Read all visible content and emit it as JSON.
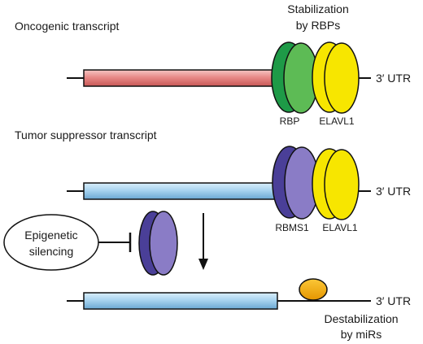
{
  "labels": {
    "oncogenic": "Oncogenic transcript",
    "stabilization_line1": "Stabilization",
    "stabilization_line2": "by RBPs",
    "rbp": "RBP",
    "elavl1_top": "ELAVL1",
    "utr_top": "3′ UTR",
    "tumor_suppressor": "Tumor suppressor transcript",
    "rbms1": "RBMS1",
    "elavl1_mid": "ELAVL1",
    "utr_mid": "3′ UTR",
    "epigenetic_line1": "Epigenetic",
    "epigenetic_line2": "silencing",
    "utr_bottom": "3′ UTR",
    "destabilization_line1": "Destabilization",
    "destabilization_line2": "by miRs"
  },
  "colors": {
    "oncogenic_bar": "#e88a88",
    "suppressor_bar": "#a9d4ef",
    "rbp_green_dark": "#1e9a47",
    "rbp_green_light": "#5dbb55",
    "elavl1_yellow": "#f7e600",
    "rbms1_dark": "#4a3f98",
    "rbms1_light": "#8a7cc6",
    "mir_orange": "#f7b00f",
    "line": "#111111"
  }
}
